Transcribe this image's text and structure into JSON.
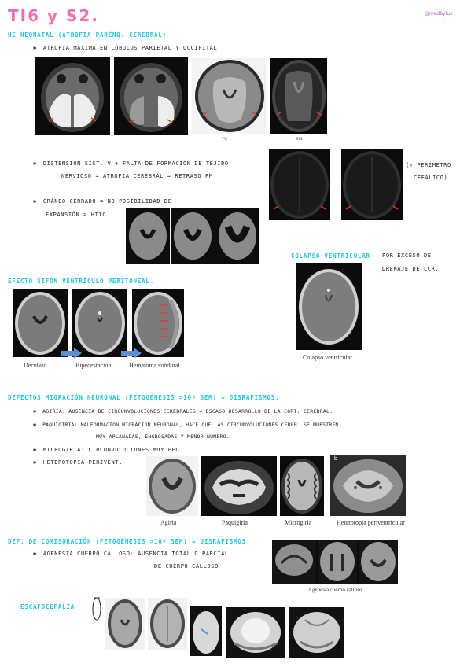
{
  "title": "TI6 y S2.",
  "handle": "@medbylux",
  "sections": {
    "hc_neonatal": {
      "heading": "HC NEONATAL (ATROFIA PARÉNQ. CEREBRAL)",
      "bullet1": "ATROFIA MÁXIMA EN LÓBULOS PARIETAL Y OCCIPITAL",
      "caption_tc": "TC",
      "caption_rm": "RM",
      "bullet2_line1": "DISTENSIÓN SIST. V + FALTA DE FORMACIÓN DE TEJIDO",
      "bullet2_line2": "NERVIOSO = ATROFIA CEREBRAL = RETRASO PM",
      "side_note_line1": "(↑ PERÍMETRO",
      "side_note_line2": "CEFÁLICO)",
      "bullet3_line1": "CRÁNEO CERRADO = NO POSIBILIDAD DE",
      "bullet3_line2": "EXPANSIÓN = HTIC"
    },
    "colapso": {
      "heading": "COLAPSO VENTRICULAR",
      "text_line1": "POR EXCESO DE",
      "text_line2": "DRENAJE DE LCR.",
      "caption": "Colapso ventricular"
    },
    "sifon": {
      "heading": "EFECTO SIFÓN  VENTRÍCULO PERITONEAL.",
      "captions": [
        "Decúbito",
        "Bipedestación",
        "Hematoma subdural"
      ]
    },
    "migracion": {
      "heading": "DEFECTOS MIGRACIÓN NEURONAL (FETOGÉNESIS >10ª SEM) → DISRAFISMOS.",
      "bullet1": "AGIRIA: AUSENCIA DE CIRCUNVOLUCIONES CEREBRALES = ESCASO DESARROLLO DE LA CORT. CEREBRAL.",
      "bullet2_line1": "PAQUIGIRIA: MALFORMACIÓN MIGRACIÓN NEURONAL, HACE QUE LAS CIRCUNVOLUCIONES CEREB. SE MUESTREN",
      "bullet2_line2": "MUY APLANADAS, ENGROSADAS Y MENOR NÚMERO.",
      "bullet3": "MICROGIRIA: CIRCUNVOLUCIONES MUY PEQ.",
      "bullet4": "HETEROTOPIA PERIVENT.",
      "captions": [
        "Agiria",
        "Paquigiria",
        "Microgiria",
        "Heterotopia periventricular"
      ],
      "panel_label": "b"
    },
    "comisuracion": {
      "heading": "DEF. DE COMISURACIÓN (FETOGÉNESIS >10ª SEM) → DISRAFISMOS",
      "bullet_line1": "AGENESIA CUERPO CALLOSO: AUSENCIA TOTAL O PARCIAL",
      "bullet_line2": "DE CUERPO CALLOSO",
      "caption": "Agenesia cuerpo calloso"
    },
    "escafocefalia": {
      "heading": "ESCAFOCEFALIA"
    }
  },
  "colors": {
    "pink": "#f26fa8",
    "cyan": "#21c4e0",
    "handle": "#b15ad6",
    "arrow_red": "#e23b2e",
    "arrow_blue": "#5b8fd6"
  }
}
